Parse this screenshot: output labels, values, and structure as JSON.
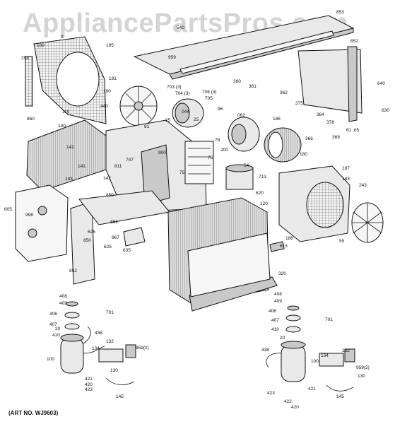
{
  "watermark": "AppliancePartsPros.com",
  "art_number": "(ART NO. WJ9603)",
  "labels": [
    {
      "id": "l540",
      "text": "540"
    },
    {
      "id": "l853",
      "text": "853"
    },
    {
      "id": "l852",
      "text": "852"
    },
    {
      "id": "l959a",
      "text": "959"
    },
    {
      "id": "l189",
      "text": "189"
    },
    {
      "id": "l9",
      "text": "9"
    },
    {
      "id": "l195",
      "text": "195"
    },
    {
      "id": "l258",
      "text": "258"
    },
    {
      "id": "l640",
      "text": "640"
    },
    {
      "id": "l630",
      "text": "630"
    },
    {
      "id": "l191",
      "text": "191"
    },
    {
      "id": "l190",
      "text": "190"
    },
    {
      "id": "l440",
      "text": "440"
    },
    {
      "id": "l703",
      "text": "703 (3)"
    },
    {
      "id": "l704",
      "text": "704 (3)"
    },
    {
      "id": "l706",
      "text": "706 (3)"
    },
    {
      "id": "l705",
      "text": "705"
    },
    {
      "id": "l360",
      "text": "360"
    },
    {
      "id": "l361",
      "text": "361"
    },
    {
      "id": "l362",
      "text": "362"
    },
    {
      "id": "l375",
      "text": "375"
    },
    {
      "id": "l364",
      "text": "364"
    },
    {
      "id": "l378",
      "text": "378"
    },
    {
      "id": "l6165",
      "text": "61 ,65"
    },
    {
      "id": "l110",
      "text": "110"
    },
    {
      "id": "l860",
      "text": "860"
    },
    {
      "id": "l140",
      "text": "140"
    },
    {
      "id": "l61",
      "text": "61"
    },
    {
      "id": "l25a",
      "text": "25"
    },
    {
      "id": "l044",
      "text": "044"
    },
    {
      "id": "l25b",
      "text": "25"
    },
    {
      "id": "l96",
      "text": "96"
    },
    {
      "id": "l062",
      "text": "062"
    },
    {
      "id": "l186",
      "text": "186"
    },
    {
      "id": "l366",
      "text": "366"
    },
    {
      "id": "l369",
      "text": "369"
    },
    {
      "id": "l180",
      "text": "180"
    },
    {
      "id": "l142",
      "text": "142"
    },
    {
      "id": "l141",
      "text": "141"
    },
    {
      "id": "l900",
      "text": "900"
    },
    {
      "id": "l747",
      "text": "747"
    },
    {
      "id": "l811",
      "text": "811"
    },
    {
      "id": "l75",
      "text": "75"
    },
    {
      "id": "l76",
      "text": "76"
    },
    {
      "id": "l78",
      "text": "78"
    },
    {
      "id": "l200",
      "text": "200"
    },
    {
      "id": "l54",
      "text": "54"
    },
    {
      "id": "l713",
      "text": "713"
    },
    {
      "id": "l620",
      "text": "620"
    },
    {
      "id": "l187",
      "text": "187"
    },
    {
      "id": "l183",
      "text": "183"
    },
    {
      "id": "l243",
      "text": "243"
    },
    {
      "id": "l143",
      "text": "143"
    },
    {
      "id": "l142b",
      "text": "142"
    },
    {
      "id": "l850a",
      "text": "850"
    },
    {
      "id": "l605",
      "text": "605"
    },
    {
      "id": "l998",
      "text": "998"
    },
    {
      "id": "l626",
      "text": "626"
    },
    {
      "id": "l850b",
      "text": "850"
    },
    {
      "id": "l120",
      "text": "120"
    },
    {
      "id": "l851",
      "text": "851"
    },
    {
      "id": "l967",
      "text": "967"
    },
    {
      "id": "l635",
      "text": "635"
    },
    {
      "id": "l625",
      "text": "625"
    },
    {
      "id": "l852b",
      "text": "852"
    },
    {
      "id": "l615",
      "text": "615"
    },
    {
      "id": "l320",
      "text": "320"
    },
    {
      "id": "l188",
      "text": "188"
    },
    {
      "id": "l55",
      "text": "55"
    },
    {
      "id": "l408a",
      "text": "408"
    },
    {
      "id": "l409a",
      "text": "409"
    },
    {
      "id": "l406a",
      "text": "406"
    },
    {
      "id": "l407a",
      "text": "407"
    },
    {
      "id": "l20a",
      "text": "20"
    },
    {
      "id": "l410a",
      "text": "410"
    },
    {
      "id": "l436",
      "text": "436"
    },
    {
      "id": "l701a",
      "text": "701"
    },
    {
      "id": "l100a",
      "text": "100"
    },
    {
      "id": "l134a",
      "text": "134"
    },
    {
      "id": "l132a",
      "text": "132"
    },
    {
      "id": "l959b",
      "text": "959(2)"
    },
    {
      "id": "l130a",
      "text": "130"
    },
    {
      "id": "l422a",
      "text": "422"
    },
    {
      "id": "l420a",
      "text": "420"
    },
    {
      "id": "l423a",
      "text": "423"
    },
    {
      "id": "l145a",
      "text": "145"
    },
    {
      "id": "l408b",
      "text": "408"
    },
    {
      "id": "l409b",
      "text": "409"
    },
    {
      "id": "l406b",
      "text": "406"
    },
    {
      "id": "l407b",
      "text": "407"
    },
    {
      "id": "l410b",
      "text": "410"
    },
    {
      "id": "l20b",
      "text": "20"
    },
    {
      "id": "l701b",
      "text": "701"
    },
    {
      "id": "l438",
      "text": "438"
    },
    {
      "id": "l134b",
      "text": "134"
    },
    {
      "id": "l100b",
      "text": "100"
    },
    {
      "id": "l132b",
      "text": "132"
    },
    {
      "id": "l959c",
      "text": "959(2)"
    },
    {
      "id": "l130b",
      "text": "130"
    },
    {
      "id": "l421",
      "text": "421"
    },
    {
      "id": "l423b",
      "text": "423"
    },
    {
      "id": "l422b",
      "text": "422"
    },
    {
      "id": "l420b",
      "text": "420"
    },
    {
      "id": "l145b",
      "text": "145"
    }
  ]
}
